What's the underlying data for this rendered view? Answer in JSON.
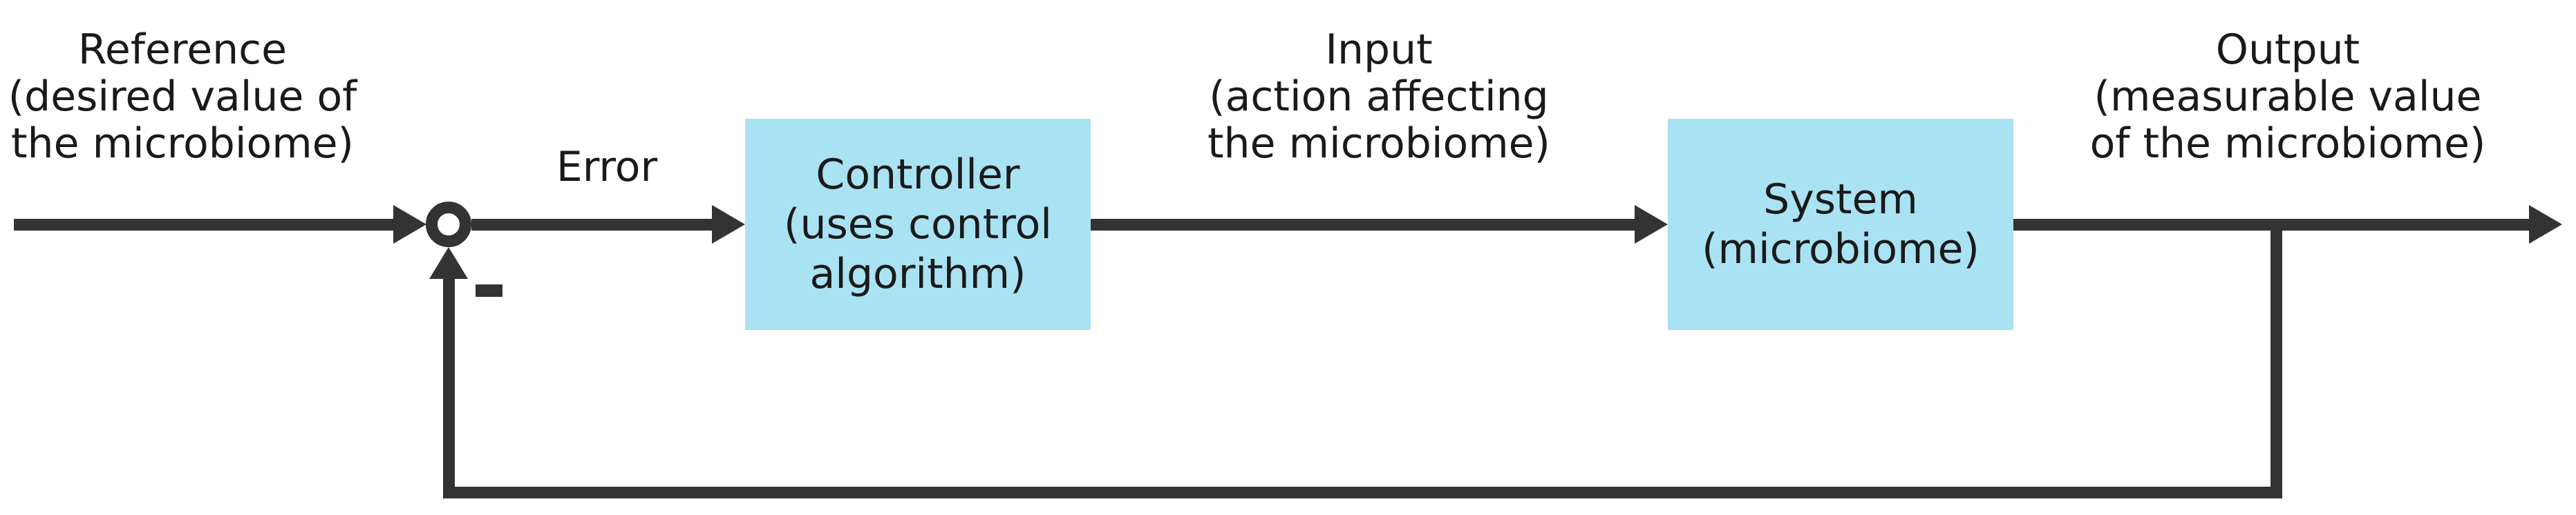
{
  "colors": {
    "background": "#ffffff",
    "line": "#333333",
    "text": "#1a1a1a",
    "box_fill": "#a9e2f3"
  },
  "labels": {
    "reference": {
      "lines": [
        "Reference",
        "(desired value of",
        "the microbiome)"
      ]
    },
    "error": "Error",
    "input": {
      "lines": [
        "Input",
        "(action affecting",
        "the microbiome)"
      ]
    },
    "output": {
      "lines": [
        "Output",
        "(measurable value",
        "of the microbiome)"
      ]
    },
    "feedback_sign": "−"
  },
  "blocks": {
    "controller": {
      "lines": [
        "Controller",
        "(uses control",
        "algorithm)"
      ]
    },
    "system": {
      "lines": [
        "System",
        "(microbiome)"
      ]
    }
  }
}
